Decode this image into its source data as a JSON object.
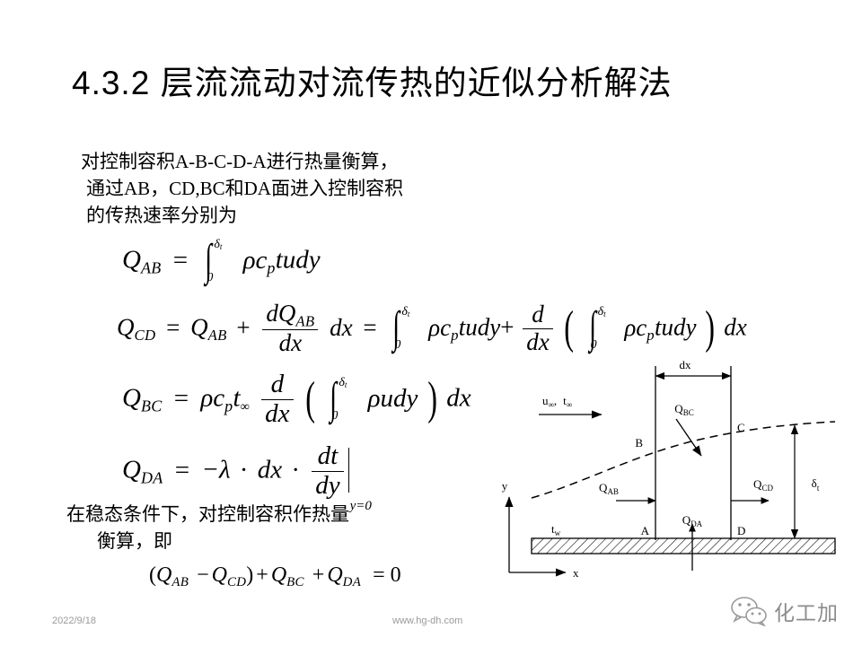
{
  "slide": {
    "title": "4.3.2 层流流动对流传热的近似分析解法"
  },
  "intro": {
    "line1": "对控制容积A-B-C-D-A进行热量衡算，",
    "line2": "通过AB，CD,BC和DA面进入控制容积",
    "line3": "的传热速率分别为"
  },
  "equations": {
    "q_ab": {
      "lhs": "Q",
      "lhs_sub": "AB",
      "eq": "=",
      "int_upper": "δ",
      "int_upper_sub": "t",
      "int_lower": "0",
      "integrand": "ρc",
      "integrand_sub": "p",
      "integrand_rest": "tudy"
    },
    "q_cd": {
      "lhs": "Q",
      "lhs_sub": "CD",
      "eq1": "=",
      "term1": "Q",
      "term1_sub": "AB",
      "plus": "+",
      "frac_num": "dQ",
      "frac_num_sub": "AB",
      "frac_den": "dx",
      "dx": "dx",
      "eq2": "=",
      "int_upper": "δ",
      "int_upper_sub": "t",
      "int_lower": "0",
      "integrand": "ρc",
      "integrand_sub": "p",
      "integrand_rest": "tudy",
      "plus2": "+",
      "dfrac_num": "d",
      "dfrac_den": "dx",
      "int2_upper": "δ",
      "int2_upper_sub": "t",
      "int2_lower": "0",
      "integrand2": "ρc",
      "integrand2_sub": "p",
      "integrand2_rest": "tudy",
      "trailing_dx": "dx"
    },
    "q_bc": {
      "lhs": "Q",
      "lhs_sub": "BC",
      "eq": "=",
      "rho_c": "ρc",
      "rho_c_sub": "p",
      "t": "t",
      "t_sub": "∞",
      "dfrac_num": "d",
      "dfrac_den": "dx",
      "int_upper": "δ",
      "int_upper_sub": "t",
      "int_lower": "0",
      "integrand": "ρudy",
      "trailing_dx": "dx"
    },
    "q_da": {
      "lhs": "Q",
      "lhs_sub": "DA",
      "eq": "=",
      "minus_lambda": "−λ",
      "dot1": "·",
      "dx": "dx",
      "dot2": "·",
      "frac_num": "dt",
      "frac_den": "dy",
      "eval_at": "y=0"
    },
    "balance": {
      "text_open": "(",
      "q1": "Q",
      "q1_sub": "AB",
      "minus": "−",
      "q2": "Q",
      "q2_sub": "CD",
      "text_close": ")",
      "plus1": "+",
      "q3": "Q",
      "q3_sub": "BC",
      "plus2": "+",
      "q4": "Q",
      "q4_sub": "DA",
      "equals": "= 0"
    }
  },
  "steady": {
    "line1": "在稳态条件下，对控制容积作热量",
    "line2": "衡算，即"
  },
  "diagram": {
    "labels": {
      "dx": "dx",
      "u_inf": "u",
      "u_inf_sub": "∞",
      "comma": ",",
      "t_inf": "t",
      "t_inf_sub": "∞",
      "point_a": "A",
      "point_b": "B",
      "point_c": "C",
      "point_d": "D",
      "q_ab": "Q",
      "q_ab_sub": "AB",
      "q_bc": "Q",
      "q_bc_sub": "BC",
      "q_cd": "Q",
      "q_cd_sub": "CD",
      "q_da": "Q",
      "q_da_sub": "DA",
      "delta_t": "δ",
      "delta_t_sub": "t",
      "t_w": "t",
      "t_w_sub": "w",
      "axis_x": "x",
      "axis_y": "y"
    }
  },
  "footer": {
    "date": "2022/9/18",
    "url": "www.hg-dh.com",
    "logo_text": "化工加",
    "logo_icon": "wechat-icon"
  },
  "colors": {
    "text": "#000000",
    "footer_text": "#9a9a9a",
    "background": "#ffffff"
  }
}
